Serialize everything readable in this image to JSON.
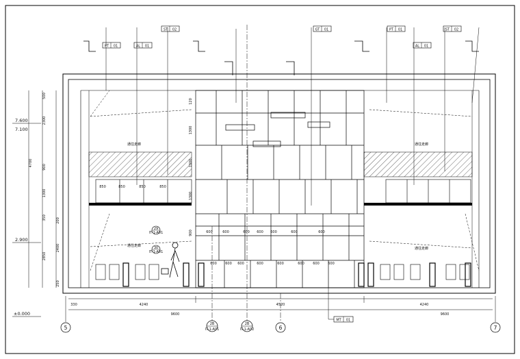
{
  "elevations": [
    "7.600",
    "7.100",
    "2.900",
    "±0.000"
  ],
  "grid_bubbles": [
    "5",
    "6",
    "7"
  ],
  "section_bubbles": [
    {
      "num": "2B",
      "sheet": "IT-1-A01"
    },
    {
      "num": "2B",
      "sheet": "IT-1-A02"
    }
  ],
  "detail_markers": [
    {
      "num": "29",
      "sheet": "IT-1-A01"
    },
    {
      "num": "30",
      "sheet": "IT-1-A01"
    }
  ],
  "room_labels": [
    "通往走廊",
    "通往走廊",
    "通往走廊",
    "通往走廊"
  ],
  "top_tags": [
    {
      "code": "PT",
      "num": "01"
    },
    {
      "code": "AL",
      "num": "01"
    },
    {
      "code": "ST",
      "num": "02"
    },
    {
      "code": "GT",
      "num": "01"
    },
    {
      "code": "PT",
      "num": "01"
    },
    {
      "code": "AL",
      "num": "01"
    },
    {
      "code": "ST",
      "num": "02"
    }
  ],
  "bottom_tag": {
    "code": "MT",
    "num": "01"
  },
  "bottom_dims": [
    "330",
    "4240",
    "4520",
    "4240",
    "9600",
    "9600"
  ],
  "left_dims": [
    "500",
    "2300",
    "4700",
    "900",
    "1300",
    "350",
    "200",
    "2400",
    "2850",
    "250"
  ],
  "row_dims_upper": [
    "600",
    "600",
    "600",
    "600",
    "600",
    "600",
    "600"
  ],
  "row_dims_lower": [
    "600",
    "600",
    "600",
    "600",
    "600",
    "600",
    "600",
    "600"
  ],
  "left_small_dims": [
    "850",
    "850",
    "850",
    "850"
  ],
  "center_left_dims": [
    "120",
    "1300",
    "1300",
    "1300",
    "900"
  ]
}
